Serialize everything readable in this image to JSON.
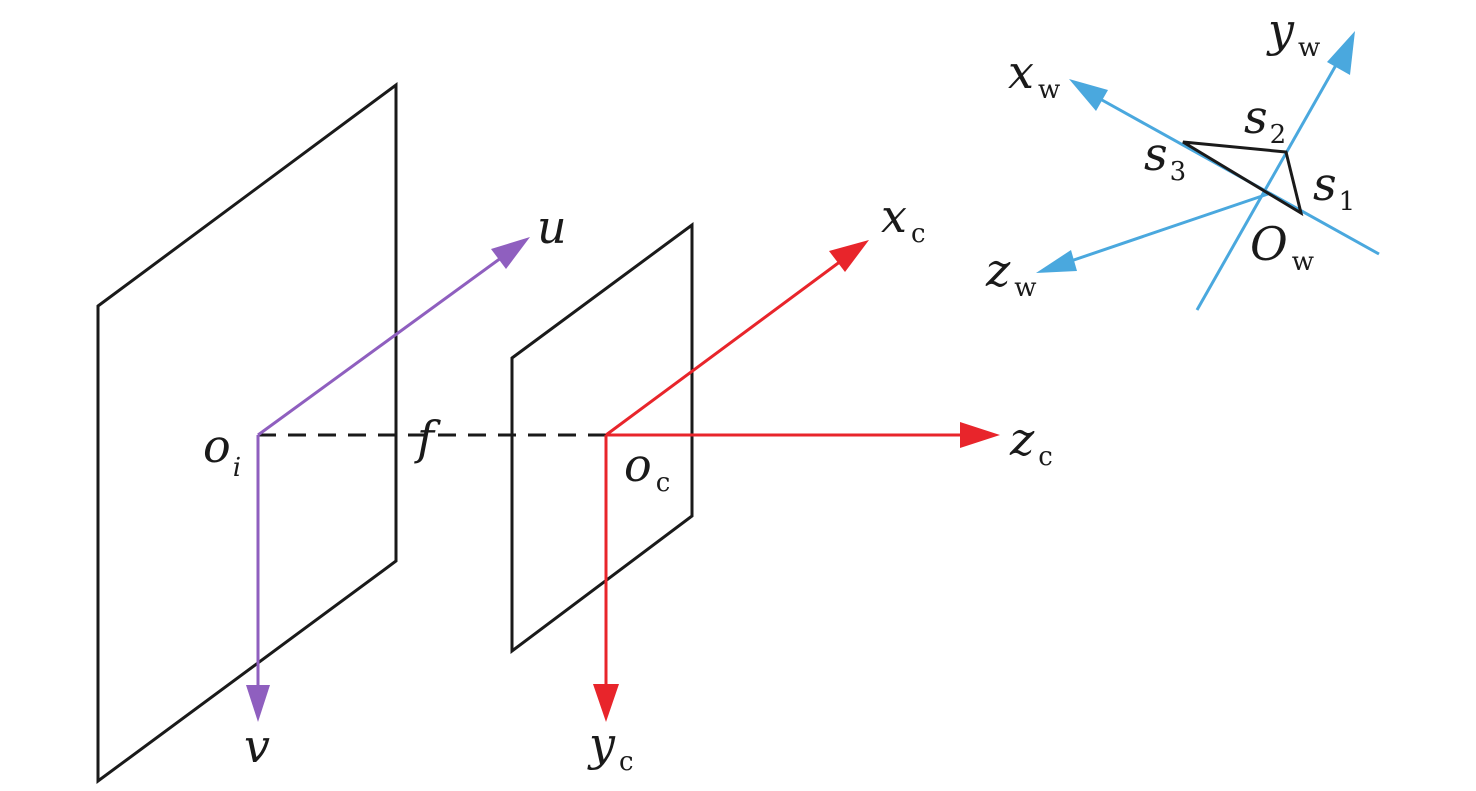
{
  "colors": {
    "plane": "#1a1a1a",
    "image_axes": "#8f5fbf",
    "camera_axes": "#e8252b",
    "world_axes": "#4aa8de",
    "triangle": "#1a1a1a"
  },
  "labels": {
    "u": "u",
    "v": "v",
    "o_i_main": "o",
    "o_i_sub": "i",
    "f": "f",
    "x_c_main": "x",
    "x_c_sub": "c",
    "y_c_main": "y",
    "y_c_sub": "c",
    "z_c_main": "z",
    "z_c_sub": "c",
    "o_c_main": "o",
    "o_c_sub": "c",
    "x_w_main": "x",
    "x_w_sub": "w",
    "y_w_main": "y",
    "y_w_sub": "w",
    "z_w_main": "z",
    "z_w_sub": "w",
    "O_w_main": "O",
    "O_w_sub": "w",
    "s1_main": "s",
    "s1_sub": "1",
    "s2_main": "s",
    "s2_sub": "2",
    "s3_main": "s",
    "s3_sub": "3"
  }
}
